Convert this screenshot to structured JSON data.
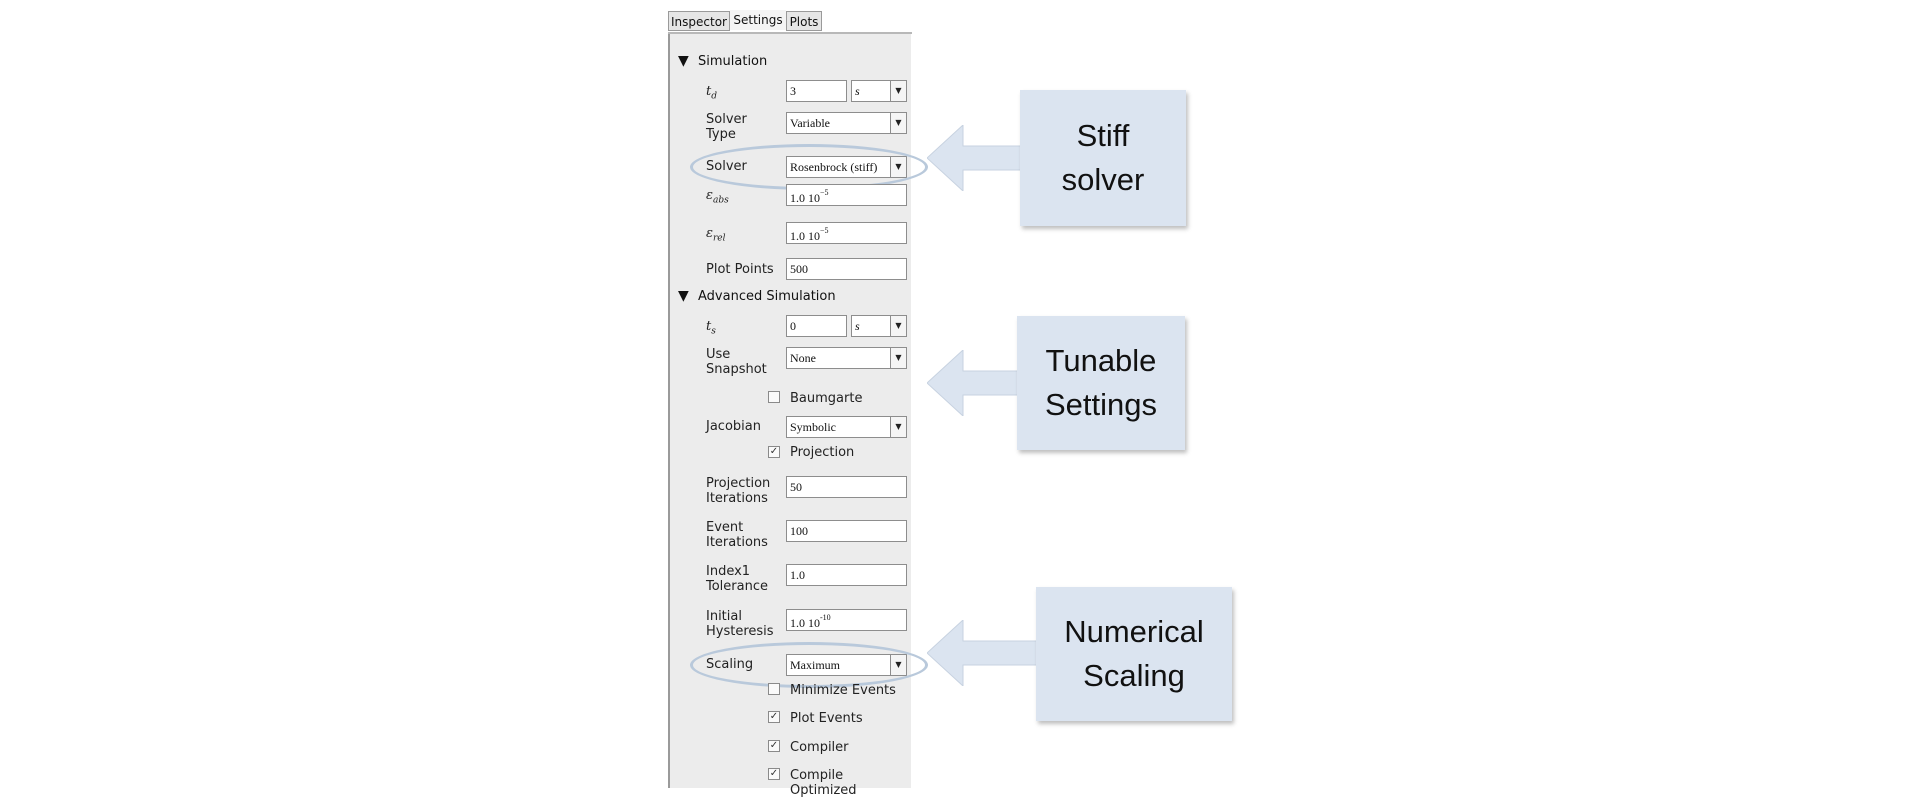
{
  "tabs": [
    "Inspector",
    "Settings",
    "Plots"
  ],
  "active_tab": "Settings",
  "sections": {
    "simulation": "Simulation",
    "advanced": "Advanced Simulation"
  },
  "simulation": {
    "td": {
      "label_main": "t",
      "label_sub": "d",
      "value": "3",
      "unit": "s"
    },
    "solver_type": {
      "label_1": "Solver",
      "label_2": "Type",
      "value": "Variable"
    },
    "solver": {
      "label": "Solver",
      "value": "Rosenbrock (stiff)"
    },
    "eps_abs": {
      "label_main": "ε",
      "label_sub": "abs",
      "value_base": "1.0 10",
      "value_exp": "−5"
    },
    "eps_rel": {
      "label_main": "ε",
      "label_sub": "rel",
      "value_base": "1.0 10",
      "value_exp": "−5"
    },
    "plot_points": {
      "label": "Plot Points",
      "value": "500"
    }
  },
  "advanced": {
    "ts": {
      "label_main": "t",
      "label_sub": "s",
      "value": "0",
      "unit": "s"
    },
    "use_snapshot": {
      "label_1": "Use",
      "label_2": "Snapshot",
      "value": "None"
    },
    "baumgarte": {
      "label": "Baumgarte",
      "checked": false
    },
    "jacobian": {
      "label": "Jacobian",
      "value": "Symbolic"
    },
    "projection": {
      "label": "Projection",
      "checked": true
    },
    "projection_iterations": {
      "label_1": "Projection",
      "label_2": "Iterations",
      "value": "50"
    },
    "event_iterations": {
      "label_1": "Event",
      "label_2": "Iterations",
      "value": "100"
    },
    "index1_tolerance": {
      "label_1": "Index1",
      "label_2": "Tolerance",
      "value": "1.0"
    },
    "initial_hysteresis": {
      "label_1": "Initial",
      "label_2": "Hysteresis",
      "value_base": "1.0 10",
      "value_exp": "-10"
    },
    "scaling": {
      "label": "Scaling",
      "value": "Maximum"
    },
    "minimize_events": {
      "label": "Minimize Events",
      "checked": false
    },
    "plot_events": {
      "label": "Plot Events",
      "checked": true
    },
    "compiler": {
      "label": "Compiler",
      "checked": true
    },
    "compile_optimized": {
      "label_1": "Compile",
      "label_2": "Optimized",
      "checked": true
    }
  },
  "callouts": {
    "stiff": {
      "line1": "Stiff",
      "line2": "solver"
    },
    "tunable": {
      "line1": "Tunable",
      "line2": "Settings"
    },
    "scaling": {
      "line1": "Numerical",
      "line2": "Scaling"
    }
  },
  "icons": {
    "collapse": "triangle-down",
    "dropdown": "arrow-down",
    "checkbox_checked": "check-mark"
  },
  "colors": {
    "callout_fill": "#dbe4f0",
    "highlight_ring": "#b9c9db",
    "panel_bg": "#ececec"
  }
}
